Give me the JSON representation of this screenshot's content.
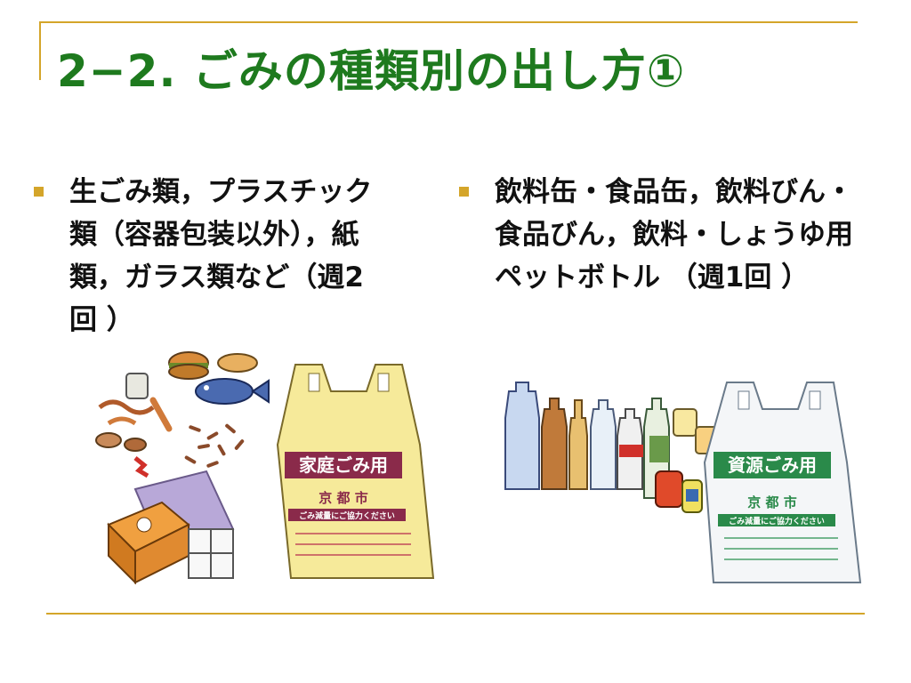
{
  "slide": {
    "title": "2−2. ごみの種類別の出し方①"
  },
  "left_bullet": {
    "lines": [
      "生ごみ類，プラスチック",
      "類（容器包装以外），紙",
      "類，ガラス類など（週2",
      "回 ）"
    ]
  },
  "right_bullet": {
    "lines": [
      "飲料缶・食品缶，飲料びん・",
      "食品びん，飲料・しょうゆ用",
      "ペットボトル （週1回 ）"
    ]
  },
  "left_bag": {
    "label": "家庭ごみ用",
    "city": "京 都 市",
    "note": "ごみ減量にご協力ください"
  },
  "right_bag": {
    "label": "資源ごみ用",
    "city": "京 都 市",
    "note": "ごみ減量にご協力ください"
  },
  "colors": {
    "title": "#1e7a1e",
    "accent": "#d4a52a",
    "left_bag_fill": "#f6ea9a",
    "left_bag_label": "#8a2a4a",
    "right_bag_label": "#2a8a4a"
  },
  "icons": {
    "left_illustration": "garbage-items-icon",
    "right_illustration": "bottles-cans-icon"
  }
}
